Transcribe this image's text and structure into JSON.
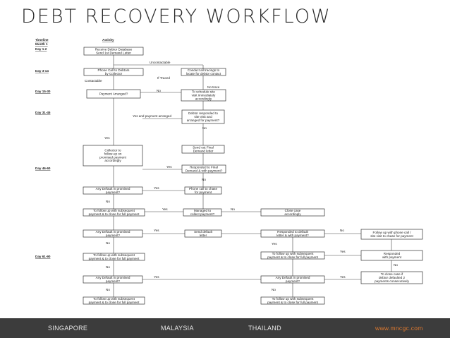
{
  "title": "DEBT RECOVERY WORKFLOW",
  "headers": {
    "timeline": "Timeline",
    "month": "Month 1",
    "activity": "Activity"
  },
  "days": [
    "Day 1-2",
    "Day 3-14",
    "Day 15-30",
    "Day 31-45",
    "Day 46-60",
    "Day 61-90"
  ],
  "boxes": {
    "b1": [
      "Receive Debtor Database",
      "Send 1st Demand Letter"
    ],
    "b2": [
      "Phone Call to Debtors",
      "by Collector"
    ],
    "b3": [
      "Conduct all tracings to",
      "locate for debtor contact"
    ],
    "b4": [
      "Payment Arranged?"
    ],
    "b5": [
      "To schedule site",
      "visit immediately",
      "accordingly"
    ],
    "b6": [
      "Debtor responded to",
      "site visit and",
      "arranged for payment?"
    ],
    "b7": [
      "Collector to",
      "follow-up on",
      "promised payment",
      "accordingly"
    ],
    "b8": [
      "Send out Final",
      "Demand letter"
    ],
    "b9": [
      "Responded to Final",
      "Demand & with payment?"
    ],
    "b10": [
      "Any Default in promised",
      "payment?"
    ],
    "b11": [
      "Phone call to chase",
      "for payment"
    ],
    "b12": [
      "To follow up with subsequent",
      "payment & to close for full payment"
    ],
    "b13": [
      "Managed to",
      "collect payment?"
    ],
    "b14": [
      "Close case",
      "accordingly"
    ],
    "b15": [
      "Any Default in promised",
      "payment?"
    ],
    "b16": [
      "Send default",
      "letter"
    ],
    "b17": [
      "Responded to default",
      "letter & with payment?"
    ],
    "b18": [
      "Follow up with phone call /",
      "site visit to chase for payment"
    ],
    "b19": [
      "To follow up with subsequent",
      "payment & to close for full payment"
    ],
    "b20": [
      "To follow up with subsequent",
      "payment & to close for full payment"
    ],
    "b21": [
      "Responded",
      "with payment"
    ],
    "b22": [
      "Any Default in promised",
      "payment?"
    ],
    "b23": [
      "Any Default in promised",
      "payment?"
    ],
    "b24": [
      "To close case if",
      "debtor defaulted 2",
      "payments consecutively"
    ],
    "b25": [
      "To follow up with subsequent",
      "payment & to close for full payment"
    ],
    "b26": [
      "To follow up with subsequent",
      "payment & to close for full payment"
    ]
  },
  "edge_labels": {
    "uncontactable": "Uncontactable",
    "if_traced": "If Traced",
    "contactable": "Contactable",
    "no_trace": "No trace",
    "no": "No",
    "yes": "Yes",
    "yes_payment_arranged": "Yes and payment arranged"
  },
  "footer": {
    "c1": "SINGAPORE",
    "c2": "MALAYSIA",
    "c3": "THAILAND",
    "url": "www.mncgc.com"
  }
}
